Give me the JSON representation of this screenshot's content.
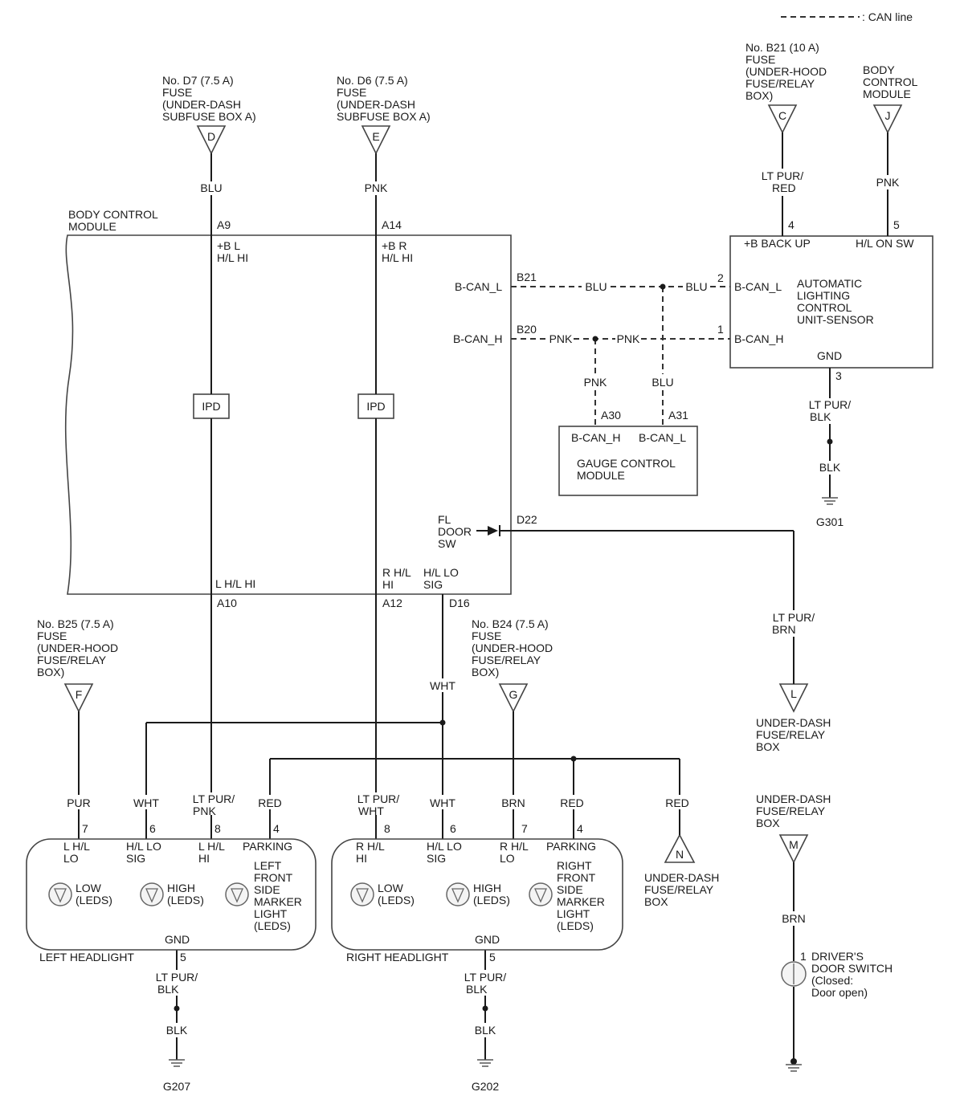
{
  "legend": {
    "can_line": ": CAN line"
  },
  "sources": {
    "d": {
      "id": "D",
      "l1": "No. D7 (7.5 A)",
      "l2": "FUSE",
      "l3": "(UNDER-DASH",
      "l4": "SUBFUSE BOX A)"
    },
    "e": {
      "id": "E",
      "l1": "No. D6 (7.5 A)",
      "l2": "FUSE",
      "l3": "(UNDER-DASH",
      "l4": "SUBFUSE BOX A)"
    },
    "c": {
      "id": "C",
      "l1": "No. B21 (10 A)",
      "l2": "FUSE",
      "l3": "(UNDER-HOOD",
      "l4": "FUSE/RELAY",
      "l5": "BOX)"
    },
    "j": {
      "id": "J",
      "l1": "BODY",
      "l2": "CONTROL",
      "l3": "MODULE"
    },
    "f": {
      "id": "F",
      "l1": "No. B25 (7.5 A)",
      "l2": "FUSE",
      "l3": "(UNDER-HOOD",
      "l4": "FUSE/RELAY",
      "l5": "BOX)"
    },
    "g": {
      "id": "G",
      "l1": "No. B24 (7.5 A)",
      "l2": "FUSE",
      "l3": "(UNDER-HOOD",
      "l4": "FUSE/RELAY",
      "l5": "BOX)"
    },
    "l": {
      "id": "L",
      "l1": "UNDER-DASH",
      "l2": "FUSE/RELAY",
      "l3": "BOX"
    },
    "n": {
      "id": "N",
      "l1": "UNDER-DASH",
      "l2": "FUSE/RELAY",
      "l3": "BOX"
    },
    "m": {
      "id": "M",
      "l1": "UNDER-DASH",
      "l2": "FUSE/RELAY",
      "l3": "BOX"
    }
  },
  "bcm": {
    "name1": "BODY CONTROL",
    "name2": "MODULE",
    "a9": "A9",
    "a9_sig1": "+B L",
    "a9_sig2": "H/L HI",
    "a14": "A14",
    "a14_sig1": "+B R",
    "a14_sig2": "H/L HI",
    "ipd": "IPD",
    "b21": "B21",
    "b21_sig": "B-CAN_L",
    "b20": "B20",
    "b20_sig": "B-CAN_H",
    "d22": "D22",
    "fl1": "FL",
    "fl2": "DOOR",
    "fl3": "SW",
    "a10": "A10",
    "a10_sig": "L H/L HI",
    "a12": "A12",
    "a12_sig1": "R H/L",
    "a12_sig2": "HI",
    "d16": "D16",
    "d16_sig1": "H/L LO",
    "d16_sig2": "SIG"
  },
  "sensor": {
    "name1": "AUTOMATIC",
    "name2": "LIGHTING",
    "name3": "CONTROL",
    "name4": "UNIT-SENSOR",
    "p4": "4",
    "p4_sig": "+B BACK UP",
    "p5": "5",
    "p5_sig": "H/L ON SW",
    "p2": "2",
    "p2_sig": "B-CAN_L",
    "p1": "1",
    "p1_sig": "B-CAN_H",
    "p3": "3",
    "p3_sig": "GND"
  },
  "gauge": {
    "name1": "GAUGE CONTROL",
    "name2": "MODULE",
    "a30": "A30",
    "a30_sig": "B-CAN_H",
    "a31": "A31",
    "a31_sig": "B-CAN_L"
  },
  "left_headlight": {
    "name": "LEFT HEADLIGHT",
    "p7": "7",
    "p7_s1": "L H/L",
    "p7_s2": "LO",
    "p6": "6",
    "p6_s1": "H/L LO",
    "p6_s2": "SIG",
    "p8": "8",
    "p8_s1": "L H/L",
    "p8_s2": "HI",
    "p4": "4",
    "p4_s1": "PARKING",
    "low1": "LOW",
    "low2": "(LEDS)",
    "high1": "HIGH",
    "high2": "(LEDS)",
    "mk1": "LEFT",
    "mk2": "FRONT",
    "mk3": "SIDE",
    "mk4": "MARKER",
    "mk5": "LIGHT",
    "mk6": "(LEDS)",
    "gnd": "GND",
    "p5": "5"
  },
  "right_headlight": {
    "name": "RIGHT HEADLIGHT",
    "p8": "8",
    "p8_s1": "R H/L",
    "p8_s2": "HI",
    "p6": "6",
    "p6_s1": "H/L LO",
    "p6_s2": "SIG",
    "p7": "7",
    "p7_s1": "R H/L",
    "p7_s2": "LO",
    "p4": "4",
    "p4_s1": "PARKING",
    "low1": "LOW",
    "low2": "(LEDS)",
    "high1": "HIGH",
    "high2": "(LEDS)",
    "mk1": "RIGHT",
    "mk2": "FRONT",
    "mk3": "SIDE",
    "mk4": "MARKER",
    "mk5": "LIGHT",
    "mk6": "(LEDS)",
    "gnd": "GND",
    "p5": "5"
  },
  "door_switch": {
    "pin": "1",
    "l1": "DRIVER'S",
    "l2": "DOOR SWITCH",
    "l3": "(Closed:",
    "l4": "Door open)"
  },
  "wires": {
    "blu": "BLU",
    "pnk": "PNK",
    "lt_pur_red_1": "LT PUR/",
    "lt_pur_red_2": "RED",
    "lt_pur_blk_1": "LT PUR/",
    "lt_pur_blk_2": "BLK",
    "blk": "BLK",
    "lt_pur_brn_1": "LT PUR/",
    "lt_pur_brn_2": "BRN",
    "wht": "WHT",
    "pur": "PUR",
    "red": "RED",
    "brn": "BRN",
    "lt_pur_pnk_1": "LT PUR/",
    "lt_pur_pnk_2": "PNK",
    "lt_pur_wht_1": "LT PUR/",
    "lt_pur_wht_2": "WHT"
  },
  "grounds": {
    "g301": "G301",
    "g207": "G207",
    "g202": "G202"
  }
}
